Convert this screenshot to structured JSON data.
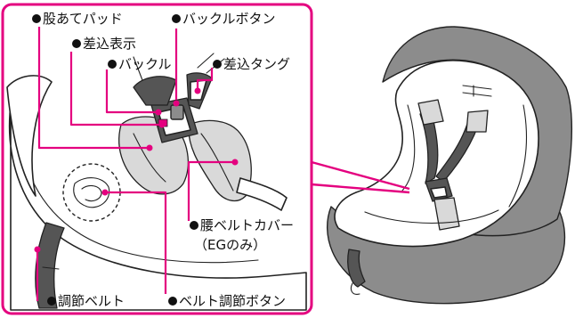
{
  "labels": {
    "crotch_pad": "股あてパッド",
    "buckle_button": "バックルボタン",
    "insertion_indicator": "差込表示",
    "buckle": "バックル",
    "insertion_tongue": "差込タング",
    "waist_belt_cover": "腰ベルトカバー",
    "waist_belt_cover_note": "（EGのみ）",
    "adjustment_belt": "調節ベルト",
    "belt_adjust_button": "ベルト調節ボタン"
  },
  "colors": {
    "callout_frame": "#e4007f",
    "leader_lines": "#e4007f",
    "text": "#111111"
  },
  "icons": {
    "bullet": "black-circle"
  }
}
